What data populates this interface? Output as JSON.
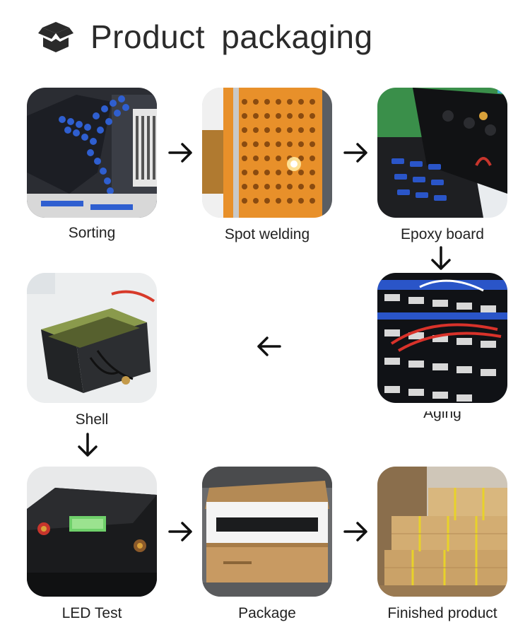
{
  "header": {
    "title": "Product  packaging",
    "icon": "box-icon"
  },
  "steps": [
    {
      "label": "Sorting",
      "image": "battery-cell-sorting-photo"
    },
    {
      "label": "Spot welding",
      "image": "spot-welding-photo"
    },
    {
      "label": "Epoxy board",
      "image": "epoxy-board-photo"
    },
    {
      "label": "Aging",
      "image": "aging-test-photo"
    },
    {
      "label": "Shell",
      "image": "battery-shell-photo"
    },
    {
      "label": "LED Test",
      "image": "led-test-photo"
    },
    {
      "label": "Package",
      "image": "package-photo"
    },
    {
      "label": "Finished product",
      "image": "finished-product-photo"
    }
  ],
  "colors": {
    "text": "#222222",
    "arrow": "#111111",
    "welding_orange": "#e8902a",
    "cell_blue": "#2a55c8",
    "cardboard": "#c9a56a"
  }
}
